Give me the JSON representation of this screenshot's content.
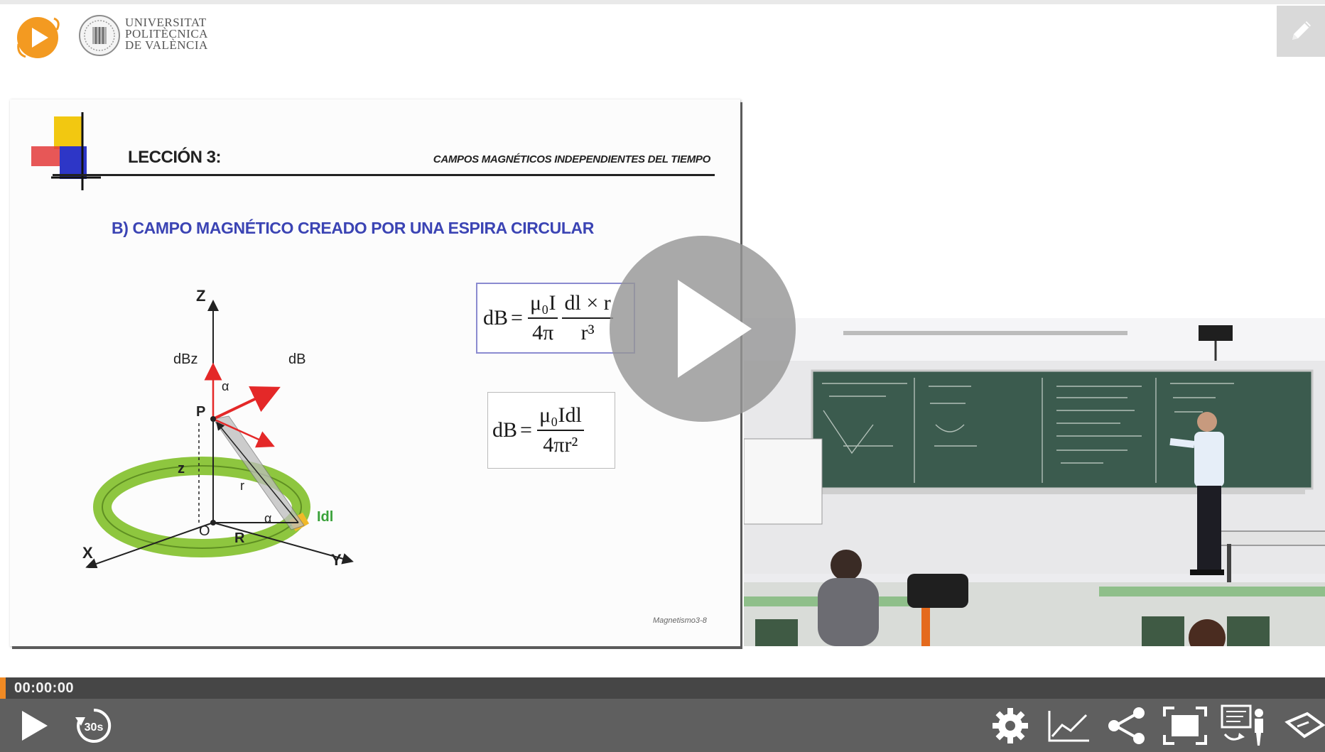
{
  "header": {
    "university_lines": [
      "UNIVERSITAT",
      "POLITÈCNICA",
      "DE VALÈNCIA"
    ]
  },
  "slide": {
    "lesson_title": "LECCIÓN 3:",
    "lesson_topic": "CAMPOS MAGNÉTICOS INDEPENDIENTES DEL TIEMPO",
    "section_title": "B) CAMPO MAGNÉTICO CREADO POR UNA ESPIRA CIRCULAR",
    "footer": "Magnetismo3-8",
    "diagram_labels": {
      "z_axis": "Z",
      "dbz": "dBz",
      "db": "dB",
      "p": "P",
      "z": "z",
      "alpha": "α",
      "r_vec": "r",
      "o": "O",
      "r": "R",
      "idl": "Idl",
      "x_axis": "X",
      "y_axis": "Y"
    },
    "formula1": {
      "lhs": "dB",
      "eq": "=",
      "num1": "μ₀I",
      "den1": "4π",
      "num2": "dl × r",
      "den2": "r³"
    },
    "formula2": {
      "lhs": "dB",
      "eq": "=",
      "num": "μ₀Idl",
      "den": "4πr²"
    }
  },
  "player": {
    "time": "00:00:00",
    "replay_label": "30s",
    "progress_fraction": 0,
    "accent_color": "#f08a24",
    "controls_icons": [
      "play-icon",
      "replay-30s-icon",
      "settings-gear-icon",
      "statistics-chart-icon",
      "share-icon",
      "fullscreen-icon",
      "layout-presentation-icon",
      "captions-icon"
    ]
  }
}
